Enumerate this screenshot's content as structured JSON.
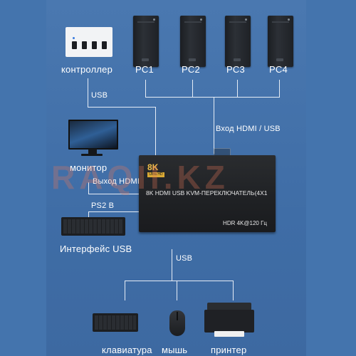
{
  "devices": {
    "controller_label": "контроллер",
    "pcs": [
      "PC1",
      "PC2",
      "PC3",
      "PC4"
    ],
    "monitor_label": "монитор",
    "usb_interface_label": "Интерфейс USB",
    "bottom": [
      "клавиатура",
      "мышь",
      "принтер"
    ]
  },
  "connections": {
    "usb_top": "USB",
    "hdmi_usb_input": "Вход HDMI / USB",
    "hdmi_output": "Выход HDMI",
    "ps2": "PS2 B",
    "usb_bottom": "USB"
  },
  "kvm": {
    "badge_8k": "8K",
    "badge_sub": "Ultra HD",
    "name": "8K HDMI USB KVM-ПЕРЕКЛЮЧАТЕЛЬ(4X1",
    "spec": "HDR 4K@120 Гц"
  },
  "watermark": "RAQII.KZ",
  "colors": {
    "background": "#4474ad",
    "wire": "#e6edf6",
    "badge": "#d9a934"
  }
}
